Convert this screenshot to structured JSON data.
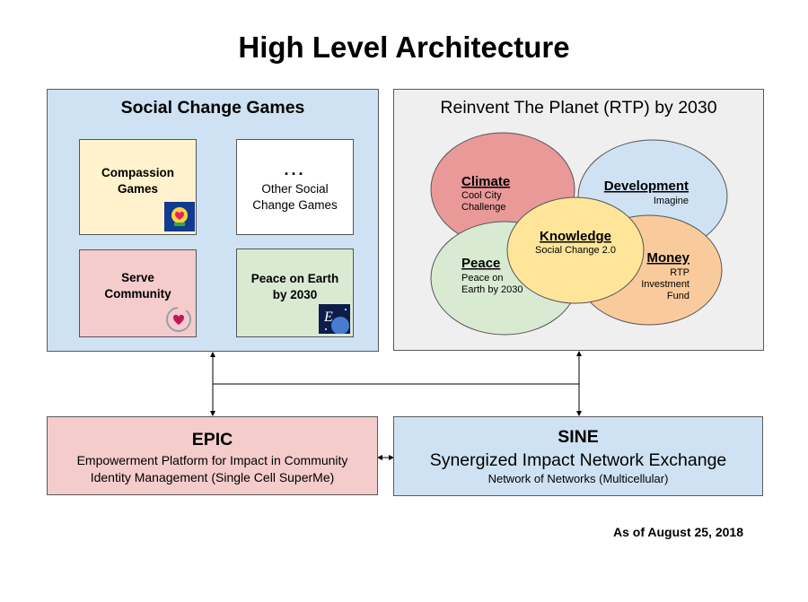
{
  "title": "High Level Architecture",
  "social_change_games": {
    "title": "Social Change Games",
    "cards": {
      "compassion": {
        "label": "Compassion Games"
      },
      "other": {
        "dots": "...",
        "label": "Other Social Change Games"
      },
      "serve": {
        "label": "Serve Community"
      },
      "peace": {
        "label": "Peace on Earth by 2030"
      }
    }
  },
  "rtp": {
    "title": "Reinvent The Planet (RTP) by 2030",
    "circles": {
      "climate": {
        "title": "Climate",
        "lines": [
          "Cool City",
          "Challenge"
        ],
        "color": "#ea9999"
      },
      "development": {
        "title": "Development",
        "lines": [
          "Imagine"
        ],
        "color": "#cfe2f3"
      },
      "peace": {
        "title": "Peace",
        "lines": [
          "Peace on",
          "Earth by 2030"
        ],
        "color": "#d9ead3"
      },
      "money": {
        "title": "Money",
        "lines": [
          "RTP",
          "Investment",
          "Fund"
        ],
        "color": "#f9cb9c"
      },
      "knowledge": {
        "title": "Knowledge",
        "lines": [
          "Social Change 2.0"
        ],
        "color": "#ffe599"
      }
    }
  },
  "epic": {
    "title": "EPIC",
    "line1": "Empowerment Platform for Impact in Community",
    "line2": "Identity Management (Single Cell SuperMe)"
  },
  "sine": {
    "title": "SINE",
    "line1": "Synergized Impact Network Exchange",
    "line2": "Network of Networks (Multicellular)"
  },
  "date": "As of August 25, 2018"
}
